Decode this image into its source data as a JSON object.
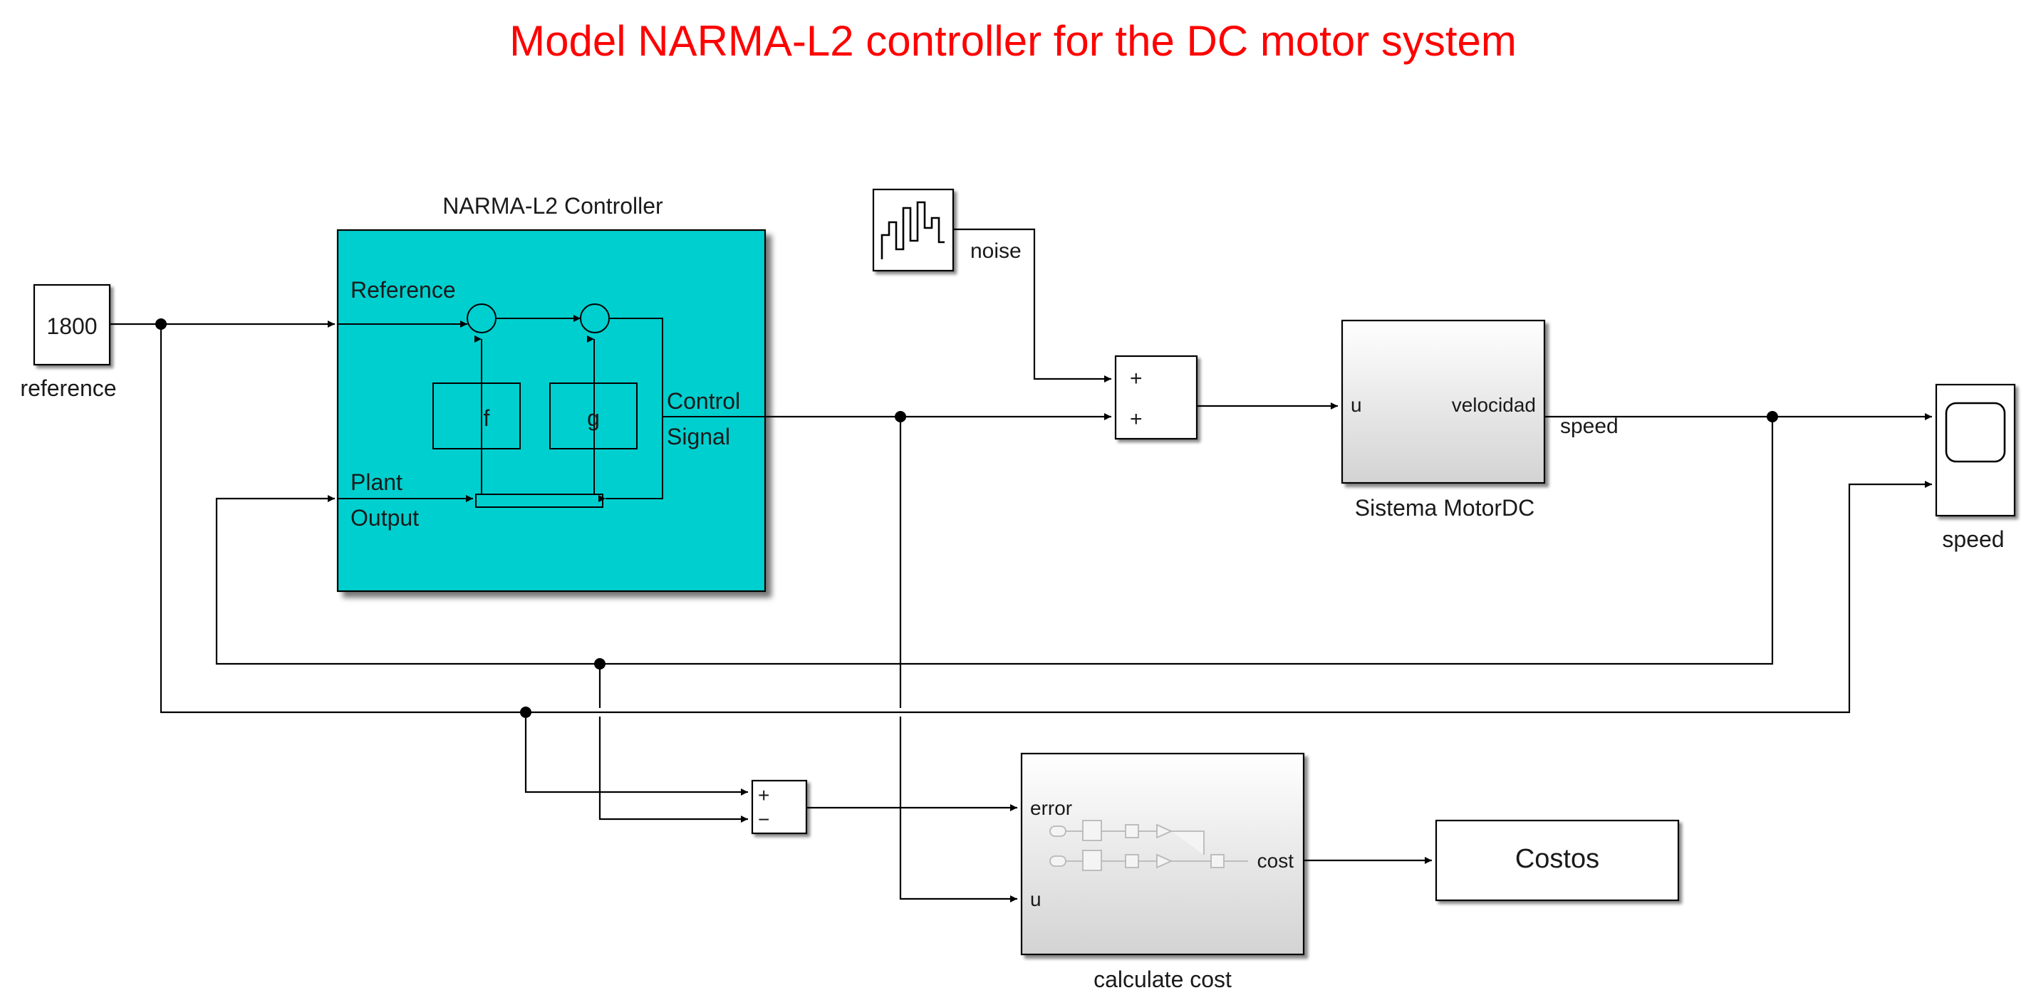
{
  "title": "Model NARMA-L2 controller for the DC motor system",
  "colors": {
    "title": "#ff0000",
    "controller_fill": "#00cfcf",
    "wire": "#000000",
    "block_fill": "#ffffff"
  },
  "reference_block": {
    "value": "1800",
    "label": "reference"
  },
  "narma_controller": {
    "title": "NARMA-L2 Controller",
    "reference_port": "Reference",
    "plant_port_line1": "Plant",
    "plant_port_line2": "Output",
    "control_port_line1": "Control",
    "control_port_line2": "Signal",
    "f_block": "f",
    "g_block": "g"
  },
  "noise_block": {
    "icon": "random-signal-icon",
    "signal_label": "noise"
  },
  "sum_block": {
    "sign1": "+",
    "sign2": "+"
  },
  "motor_block": {
    "input_port": "u",
    "output_port": "velocidad",
    "label": "Sistema MotorDC"
  },
  "speed_signal_label": "speed",
  "scope_block": {
    "icon": "scope-icon",
    "label": "speed"
  },
  "error_sum_block": {
    "sign1": "+",
    "sign2": "−"
  },
  "cost_block": {
    "error_port": "error",
    "u_port": "u",
    "cost_port": "cost",
    "label": "calculate cost"
  },
  "display_block": {
    "value": "Costos"
  }
}
